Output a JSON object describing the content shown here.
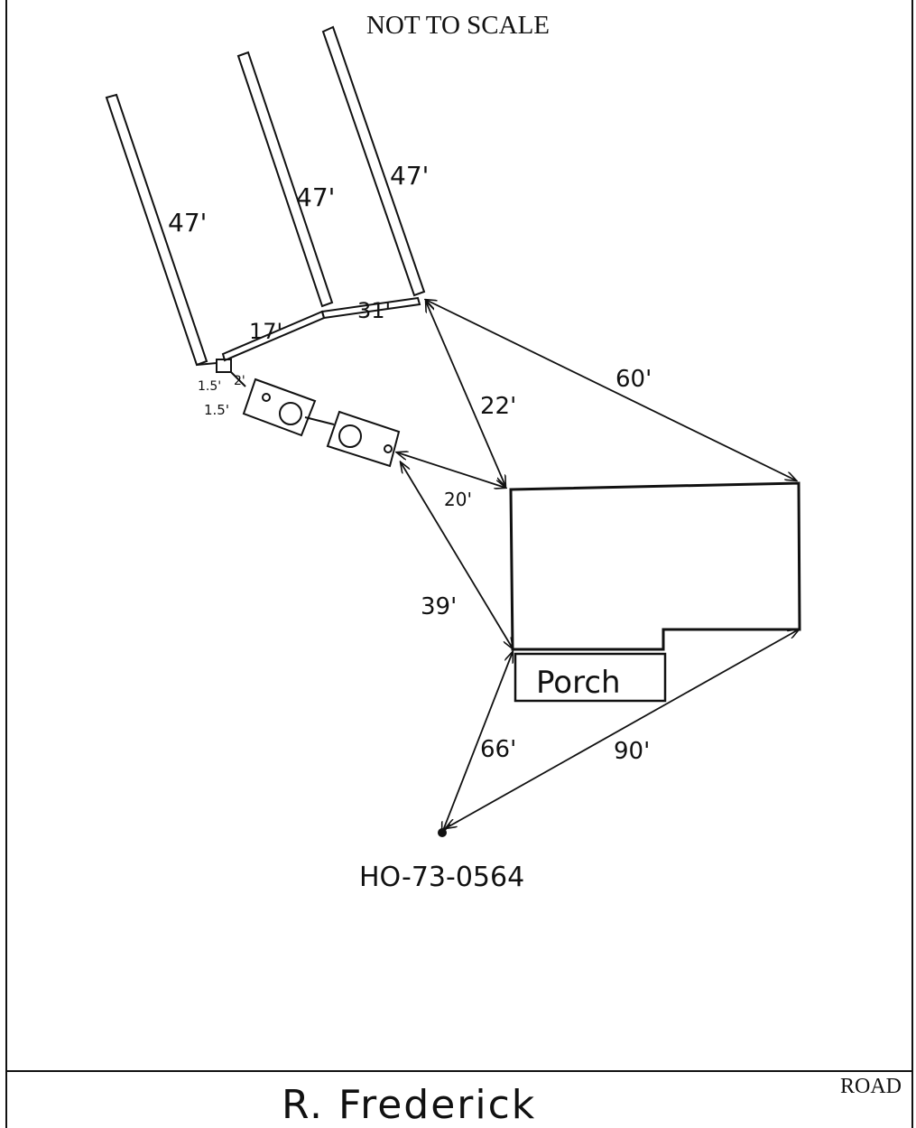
{
  "header": {
    "note": "NOT TO SCALE"
  },
  "footer": {
    "road_label": "ROAD",
    "road_name": "R. Frederick"
  },
  "well": {
    "id": "HO-73-0564"
  },
  "lines": {
    "line1": "47'",
    "line2": "47'",
    "line3": "47'"
  },
  "measurements": {
    "lat_17": "17'",
    "lat_31": "31'",
    "d_1_5_a": "1.5'",
    "d_2": "2'",
    "d_1_5_b": "1.5'",
    "d_60": "60'",
    "d_22": "22'",
    "d_20": "20'",
    "d_39": "39'",
    "d_66": "66'",
    "d_90": "90'"
  },
  "structures": {
    "porch": "Porch"
  }
}
